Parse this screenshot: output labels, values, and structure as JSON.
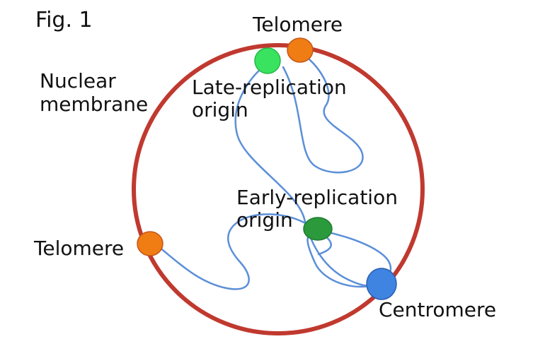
{
  "figure": {
    "title": "Fig. 1",
    "labels": {
      "nuclear_membrane": [
        "Nuclear",
        "membrane"
      ],
      "telomere_top": "Telomere",
      "telomere_left": "Telomere",
      "late_origin": [
        "Late-replication",
        "origin"
      ],
      "early_origin": [
        "Early-replication",
        "origin"
      ],
      "centromere": "Centromere"
    }
  },
  "colors": {
    "membrane": "#c0392f",
    "chromatin": "#5b8fd8",
    "telomere": "#f07c14",
    "late_origin": "#39e35f",
    "early_origin": "#2a9a3c",
    "centromere": "#3f84e0"
  }
}
